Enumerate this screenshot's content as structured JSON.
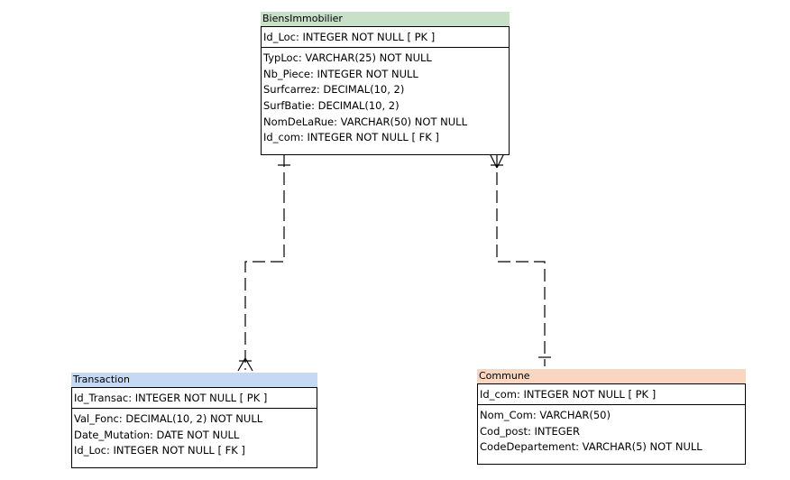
{
  "entities": {
    "biens": {
      "name": "BiensImmobilier",
      "header_color": "#c8dfc8",
      "pk": "Id_Loc: INTEGER   NOT NULL  [ PK ]",
      "attributes": [
        "TypLoc: VARCHAR(25)   NOT NULL",
        "Nb_Piece: INTEGER   NOT NULL",
        "Surfcarrez: DECIMAL(10, 2)",
        "SurfBatie: DECIMAL(10, 2)",
        "NomDeLaRue: VARCHAR(50)   NOT NULL",
        "Id_com: INTEGER   NOT NULL  [ FK ]"
      ]
    },
    "transaction": {
      "name": "Transaction",
      "header_color": "#c6d9f4",
      "pk": "Id_Transac: INTEGER   NOT NULL  [ PK ]",
      "attributes": [
        "Val_Fonc: DECIMAL(10, 2)   NOT NULL",
        "Date_Mutation: DATE   NOT NULL",
        "Id_Loc: INTEGER   NOT NULL  [ FK ]"
      ]
    },
    "commune": {
      "name": "Commune",
      "header_color": "#f8d6c0",
      "pk": "Id_com: INTEGER   NOT NULL  [ PK ]",
      "attributes": [
        "Nom_Com: VARCHAR(50)",
        "Cod_post: INTEGER",
        "CodeDepartement: VARCHAR(5)   NOT NULL"
      ]
    }
  }
}
